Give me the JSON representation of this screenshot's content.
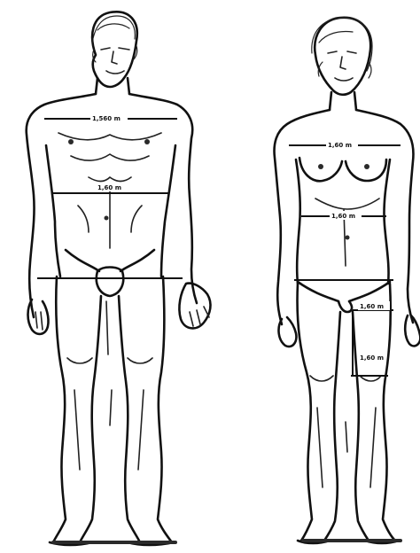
{
  "figures": {
    "male": {
      "measurement_labels": {
        "chest_width": "1,560 m",
        "waist": "1,60 m"
      }
    },
    "female": {
      "measurement_labels": {
        "bust": "1,60 m",
        "waist": "1,60 m",
        "hip": "1,60 m",
        "thigh": "1,60 m"
      }
    }
  }
}
